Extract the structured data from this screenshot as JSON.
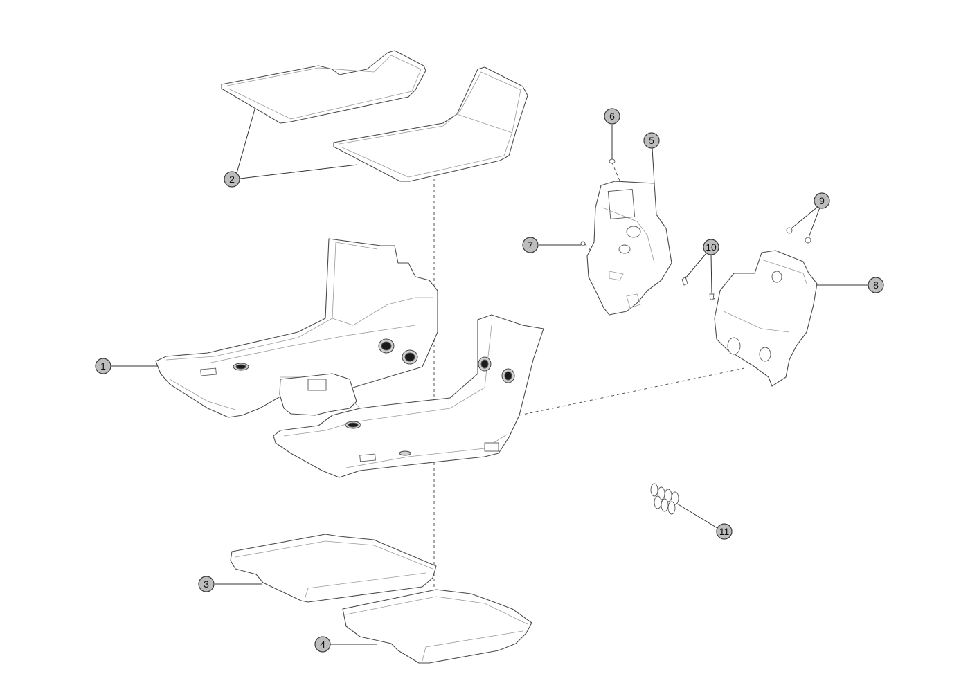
{
  "callouts": [
    {
      "id": "1",
      "label": "1"
    },
    {
      "id": "2",
      "label": "2"
    },
    {
      "id": "3",
      "label": "3"
    },
    {
      "id": "4",
      "label": "4"
    },
    {
      "id": "5",
      "label": "5"
    },
    {
      "id": "6",
      "label": "6"
    },
    {
      "id": "7",
      "label": "7"
    },
    {
      "id": "8",
      "label": "8"
    },
    {
      "id": "9",
      "label": "9"
    },
    {
      "id": "10",
      "label": "10"
    },
    {
      "id": "11",
      "label": "11"
    }
  ],
  "colors": {
    "callout_fill": "#bdbdbd",
    "line": "#4a4a4a",
    "background": "#ffffff"
  }
}
